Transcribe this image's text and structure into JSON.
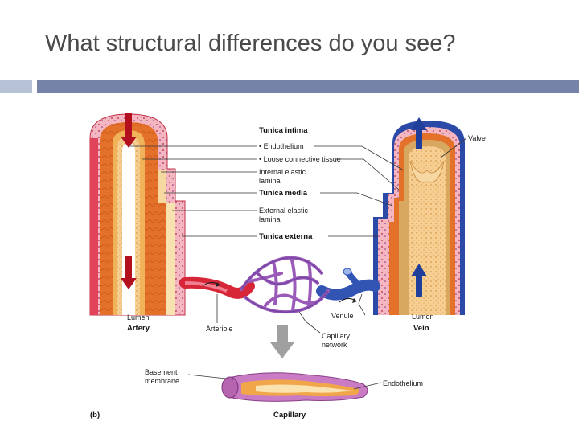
{
  "slide": {
    "title": "What structural differences do you see?"
  },
  "diagram": {
    "panel_label": "(b)",
    "layers": {
      "tunica_intima": "Tunica intima",
      "endothelium": "• Endothelium",
      "loose_connective": "• Loose connective tissue",
      "internal_elastic_1": "Internal elastic",
      "internal_elastic_2": "lamina",
      "tunica_media": "Tunica media",
      "external_elastic_1": "External elastic",
      "external_elastic_2": "lamina",
      "tunica_externa": "Tunica externa"
    },
    "artery": {
      "lumen": "Lumen",
      "name": "Artery"
    },
    "vein": {
      "lumen": "Lumen",
      "name": "Vein",
      "valve": "Valve"
    },
    "arteriole": "Arteriole",
    "venule": "Venule",
    "capillary_network_1": "Capillary",
    "capillary_network_2": "network",
    "capillary": {
      "basement_1": "Basement",
      "basement_2": "membrane",
      "endothelium": "Endothelium",
      "name": "Capillary"
    },
    "colors": {
      "artery_red": "#c8102e",
      "media_orange": "#e8742a",
      "intima_tan": "#f2c27a",
      "vein_blue": "#2b4aa8",
      "capillary_purple": "#8a4fa6"
    }
  }
}
